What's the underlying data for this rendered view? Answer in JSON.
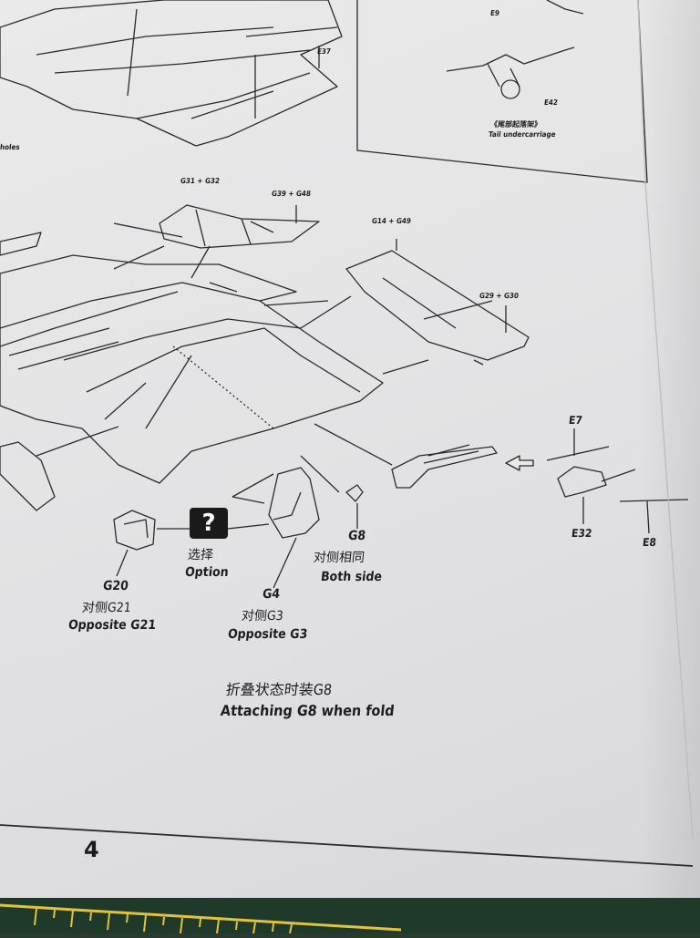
{
  "inset": {
    "part_e9": "E9",
    "part_e42": "E42",
    "caption_cn": "《尾部起落架》",
    "caption_en": "Tail undercarriage"
  },
  "parts": {
    "e37": "E37",
    "holes_note": "holes",
    "g31_g32": "G31 + G32",
    "g39_g48": "G39 + G48",
    "g14_g49": "G14 + G49",
    "g29_g30": "G29 + G30",
    "e7": "E7",
    "e32": "E32",
    "e8": "E8"
  },
  "callouts": {
    "g8": {
      "code": "G8",
      "cn": "对侧相同",
      "en": "Both side"
    },
    "option": {
      "icon": "?",
      "cn": "选择",
      "en": "Option"
    },
    "g20": {
      "code": "G20",
      "cn": "对侧G21",
      "en": "Opposite G21"
    },
    "g4": {
      "code": "G4",
      "cn": "对侧G3",
      "en": "Opposite G3"
    }
  },
  "note": {
    "cn": "折叠状态时装G8",
    "en": "Attaching G8 when fold"
  },
  "page_number": "4"
}
